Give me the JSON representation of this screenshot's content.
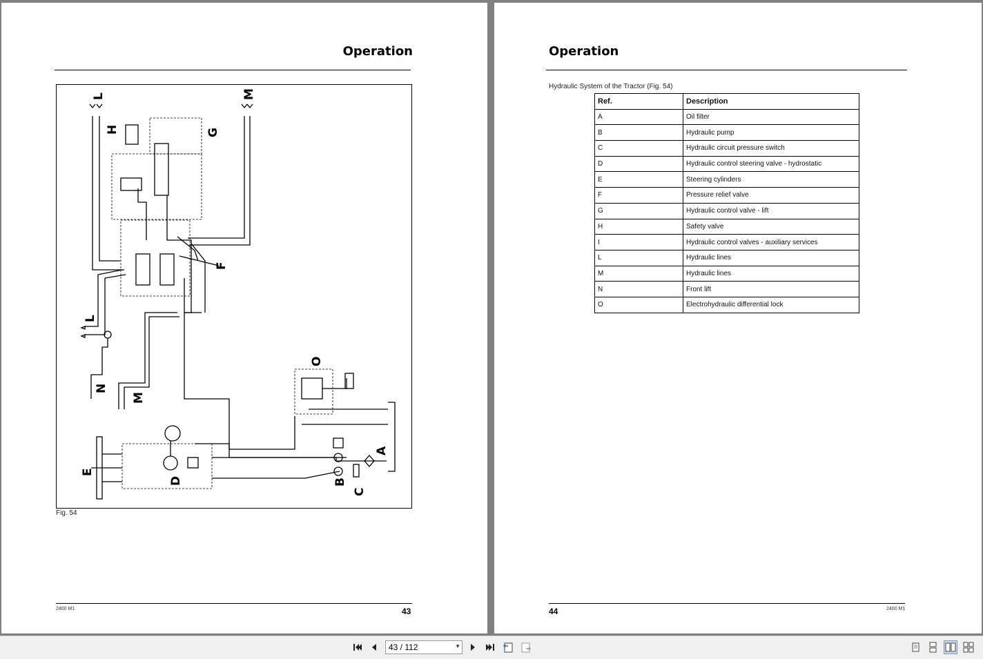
{
  "left_page": {
    "heading": "Operation",
    "figure_caption": "Fig. 54",
    "footer_model": "2400 M1",
    "page_number": "43",
    "diagram_labels": {
      "L_top": "L",
      "M_top": "M",
      "H": "H",
      "G": "G",
      "F": "F",
      "L_left": "L",
      "N": "N",
      "M_left": "M",
      "O": "O",
      "E": "E",
      "D": "D",
      "A": "A",
      "B": "B",
      "C": "C"
    }
  },
  "right_page": {
    "heading": "Operation",
    "intro": "Hydraulic System of the Tractor (Fig. 54)",
    "table": {
      "headers": [
        "Ref.",
        "Description"
      ],
      "rows": [
        {
          "ref": "A",
          "desc": "Oil filter"
        },
        {
          "ref": "B",
          "desc": "Hydraulic pump"
        },
        {
          "ref": "C",
          "desc": "Hydraulic circuit pressure switch"
        },
        {
          "ref": "D",
          "desc": "Hydraulic control steering valve - hydrostatic"
        },
        {
          "ref": "E",
          "desc": "Steering cylinders"
        },
        {
          "ref": "F",
          "desc": "Pressure relief valve"
        },
        {
          "ref": "G",
          "desc": "Hydraulic control valve - lift"
        },
        {
          "ref": "H",
          "desc": "Safety valve"
        },
        {
          "ref": "I",
          "desc": "Hydraulic control valves - auxiliary services"
        },
        {
          "ref": "L",
          "desc": "Hydraulic lines"
        },
        {
          "ref": "M",
          "desc": "Hydraulic lines"
        },
        {
          "ref": "N",
          "desc": "Front lift"
        },
        {
          "ref": "O",
          "desc": "Electrohydraulic differential lock"
        }
      ]
    },
    "page_number": "44",
    "footer_model": "2400 M1"
  },
  "toolbar": {
    "page_indicator": "43 / 112",
    "icons": [
      "first-page-icon",
      "previous-page-icon",
      "next-page-icon",
      "last-page-icon",
      "go-back-icon",
      "go-forward-icon",
      "single-page-view-icon",
      "continuous-view-icon",
      "two-page-view-icon",
      "two-page-continuous-view-icon"
    ]
  },
  "colors": {
    "background": "#808080",
    "page": "#ffffff",
    "toolbar": "#f0f0f0",
    "active_view": "#cfd9e8"
  }
}
